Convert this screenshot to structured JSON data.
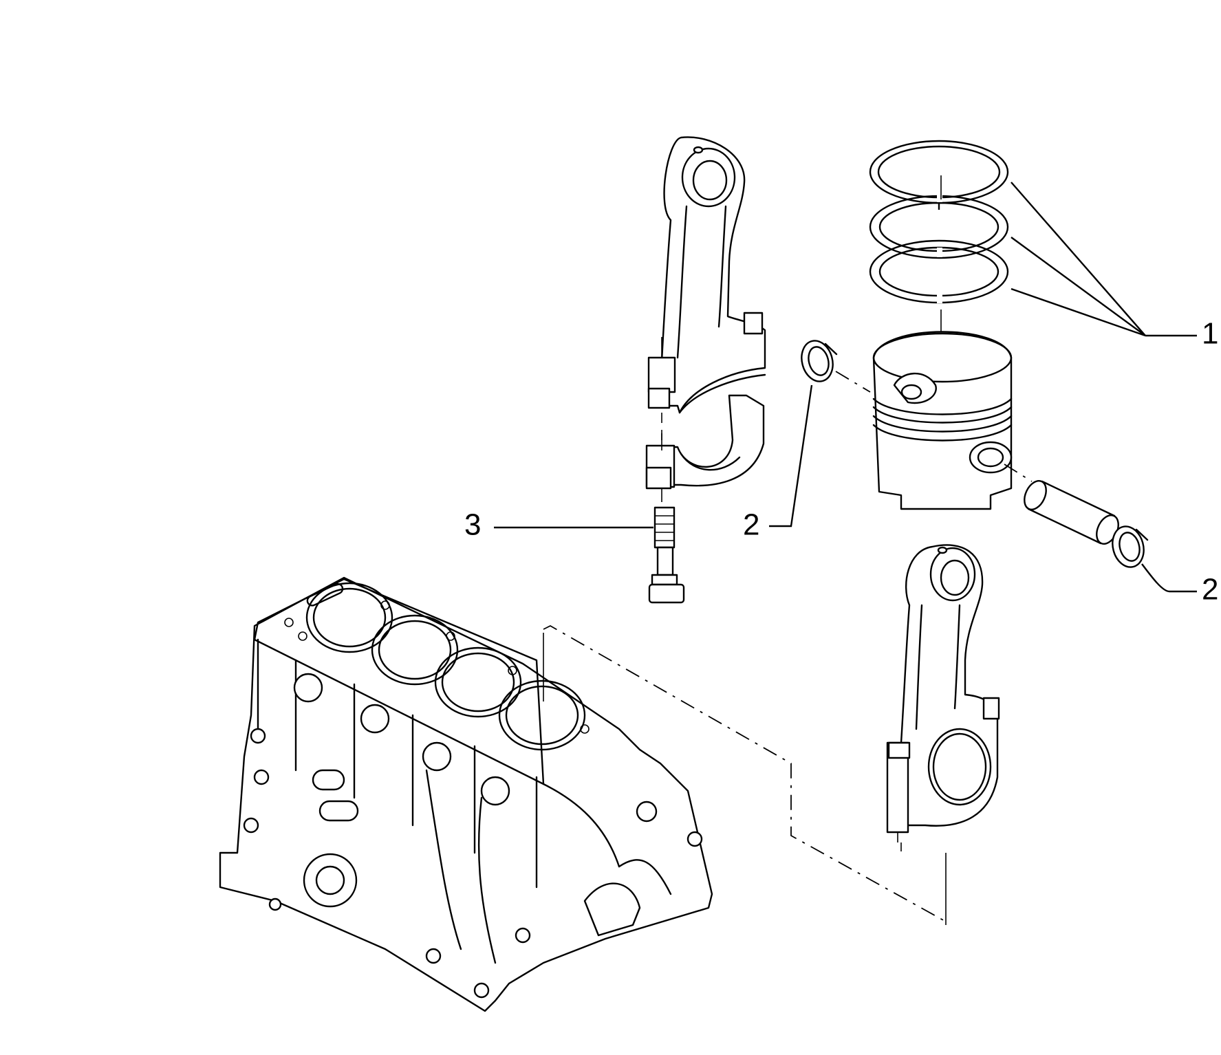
{
  "callouts": [
    {
      "id": "1",
      "part": "piston-rings"
    },
    {
      "id": "2",
      "part": "circlip-left"
    },
    {
      "id": "2",
      "part": "circlip-right"
    },
    {
      "id": "3",
      "part": "con-rod-bolt"
    }
  ]
}
